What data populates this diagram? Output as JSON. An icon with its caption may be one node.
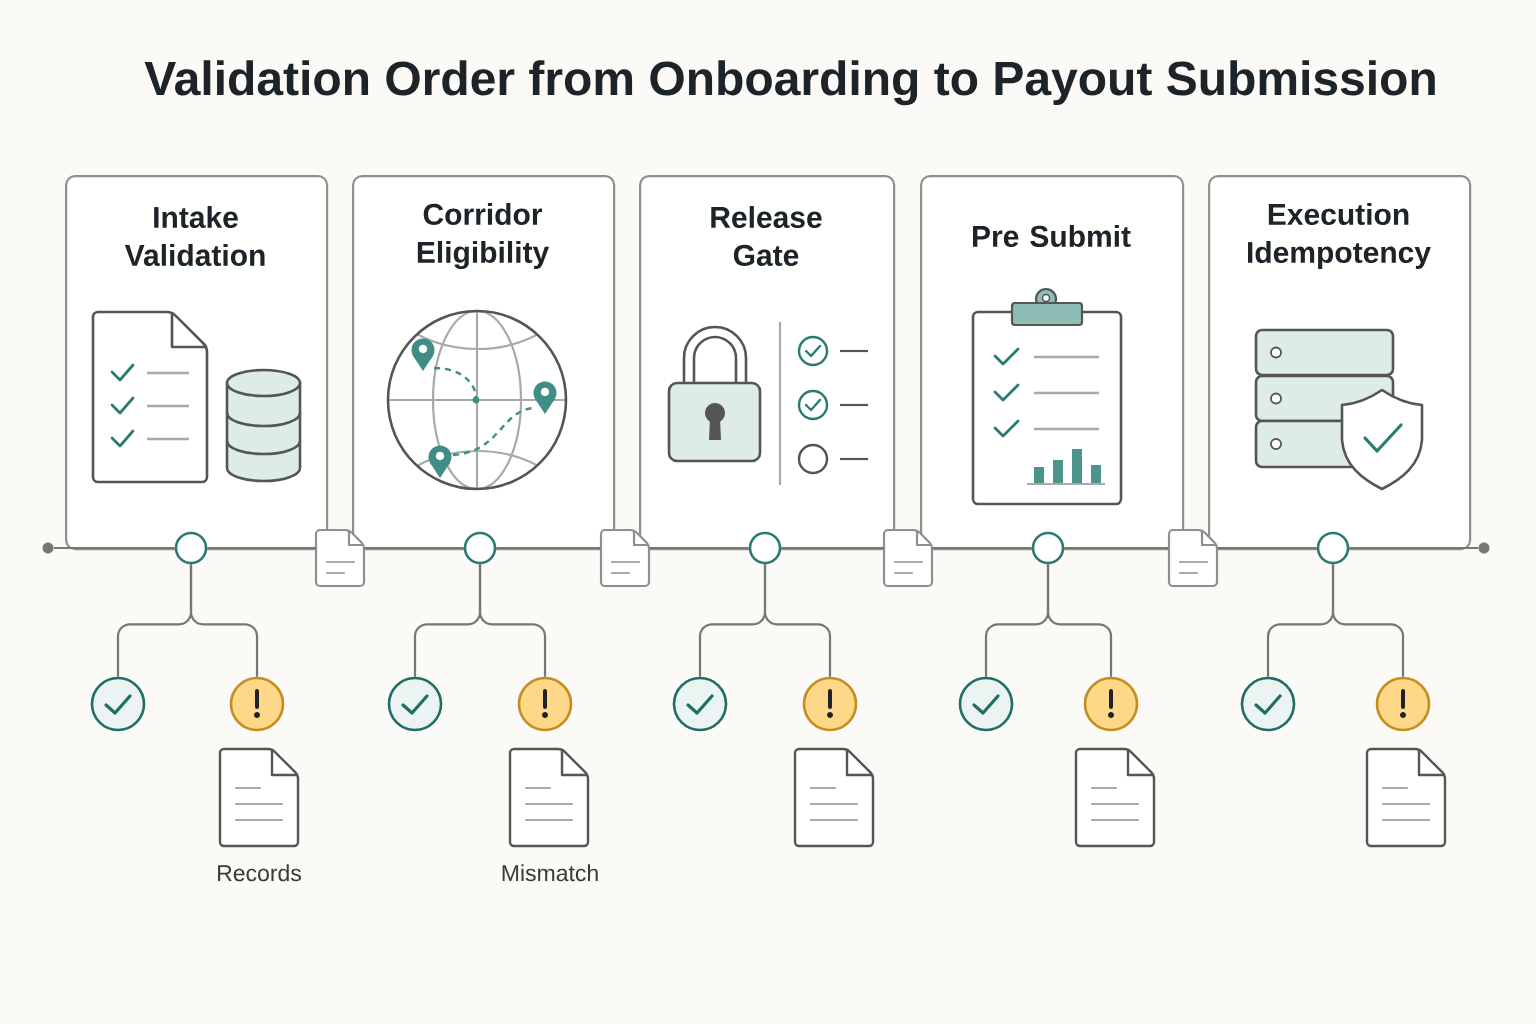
{
  "diagram": {
    "title": "Validation Order from Onboarding to Payout Submission",
    "nodes": [
      {
        "text": [
          "Intake Validation"
        ]
      },
      {
        "text": [
          "Corridor Eligibility"
        ]
      },
      {
        "text": [
          "Release Gate"
        ]
      },
      {
        "text": [
          "Pre Submit"
        ]
      },
      {
        "text": [
          "Execution Idempotency"
        ]
      },
      {
        "text": [],
        "shape": "circle"
      },
      {
        "text": [],
        "shape": "circle"
      },
      {
        "text": [],
        "shape": "circle"
      },
      {
        "text": [],
        "shape": "circle"
      },
      {
        "text": [],
        "shape": "circle"
      },
      {
        "text": [],
        "shape": "circle"
      },
      {
        "text": [],
        "shape": "circle"
      },
      {
        "text": [],
        "shape": "document"
      },
      {
        "text": [],
        "shape": "document"
      },
      {
        "text": [],
        "shape": "document"
      },
      {
        "text": [],
        "shape": "document"
      },
      {
        "text": [],
        "shape": "circle"
      },
      {
        "text": [],
        "shape": "circle"
      },
      {
        "text": [],
        "shape": "circle"
      },
      {
        "text": [],
        "shape": "circle"
      },
      {
        "text": [],
        "shape": "circle"
      },
      {
        "text": [],
        "shape": "circle"
      },
      {
        "text": [],
        "shape": "circle"
      },
      {
        "text": [],
        "shape": "circle"
      },
      {
        "text": [],
        "shape": "circle"
      },
      {
        "text": [],
        "shape": "circle"
      }
    ],
    "edges": [
      {
        "from": 5,
        "to": 6,
        "arrow": "none"
      },
      {
        "from": 6,
        "to": 12,
        "arrow": "none"
      },
      {
        "from": 12,
        "to": 7,
        "arrow": "none"
      },
      {
        "from": 7,
        "to": 13,
        "arrow": "none"
      },
      {
        "from": 13,
        "to": 8,
        "arrow": "none"
      },
      {
        "from": 8,
        "to": 14,
        "arrow": "none"
      },
      {
        "from": 14,
        "to": 9,
        "arrow": "none"
      },
      {
        "from": 9,
        "to": 15,
        "arrow": "none"
      },
      {
        "from": 15,
        "to": 10,
        "arrow": "none"
      },
      {
        "from": 10,
        "to": 11,
        "arrow": "none"
      },
      {
        "from": 6,
        "to": 16,
        "arrow": "none"
      },
      {
        "from": 6,
        "to": 17,
        "arrow": "none"
      },
      {
        "from": 7,
        "to": 18,
        "arrow": "none"
      },
      {
        "from": 7,
        "to": 19,
        "arrow": "none"
      },
      {
        "from": 8,
        "to": 20,
        "arrow": "none"
      },
      {
        "from": 8,
        "to": 21,
        "arrow": "none"
      },
      {
        "from": 9,
        "to": 22,
        "arrow": "none"
      },
      {
        "from": 9,
        "to": 23,
        "arrow": "none"
      },
      {
        "from": 10,
        "to": 24,
        "arrow": "none"
      },
      {
        "from": 10,
        "to": 25,
        "arrow": "none"
      }
    ],
    "labels": [
      "Records",
      "Mismatch"
    ]
  }
}
